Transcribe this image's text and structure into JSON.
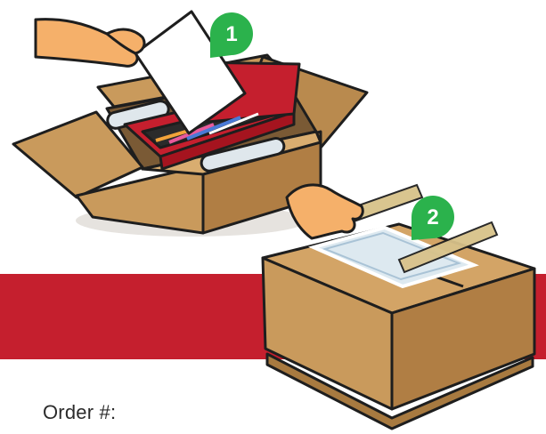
{
  "steps": [
    {
      "number": "1",
      "description": ""
    },
    {
      "number": "2",
      "description": ""
    }
  ],
  "order": {
    "label": "Order #:"
  },
  "colors": {
    "banner_red": "#c51f2e",
    "box_cardboard": "#c99a5c",
    "box_dark": "#a87a40",
    "badge_green": "#2bb24c",
    "skin": "#f5b06a",
    "tape": "#d8c28a",
    "packing_slip": "#dde9f0"
  },
  "icons": [
    "hand-icon",
    "step-1-badge-icon",
    "step-2-badge-icon",
    "box-icon",
    "packing-slip-icon"
  ]
}
